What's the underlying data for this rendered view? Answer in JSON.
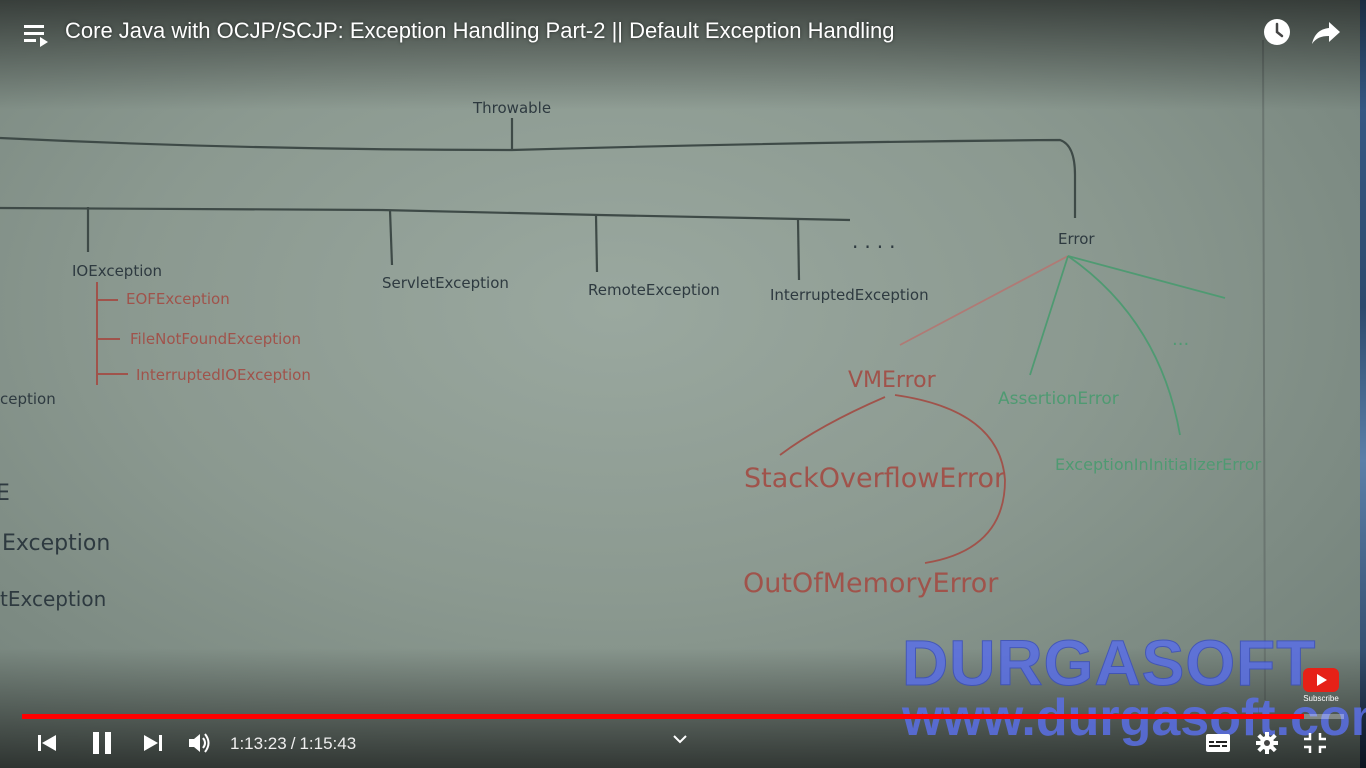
{
  "header": {
    "title": "Core Java with OCJP/SCJP: Exception Handling Part-2 || Default Exception Handling"
  },
  "icons": {
    "playlist": "playlist-icon",
    "watch_later": "clock-icon",
    "share": "share-arrow-icon"
  },
  "whiteboard": {
    "root": "Throwable",
    "exception_children": [
      "IOException",
      "ServletException",
      "RemoteException",
      "InterruptedException",
      "...."
    ],
    "io_children": [
      "EOFException",
      "FileNotFoundException",
      "InterruptedIOException"
    ],
    "left_cut_labels": [
      "ception",
      "E",
      "Exception",
      "tException"
    ],
    "error": "Error",
    "error_children": [
      "VMError",
      "AssertionError",
      "ExceptionInInitializerError",
      "..."
    ],
    "vm_children": [
      "StackOverflowError",
      "OutOfMemoryError"
    ]
  },
  "watermark": {
    "name": "DURGASOFT",
    "url": "www.durgasoft.com"
  },
  "subscribe": {
    "label": "Subscribe"
  },
  "player": {
    "current_time": "1:13:23",
    "separator": "/",
    "duration": "1:15:43",
    "progress_fraction": 0.9698,
    "accent_color": "#ff0000"
  }
}
